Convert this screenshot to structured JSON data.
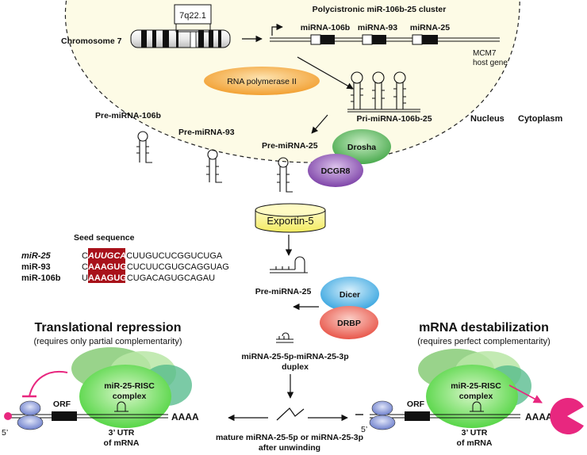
{
  "locus": "7q22.1",
  "chromosome_label": "Chromosome 7",
  "cluster_title": "Polycistronic miR-106b-25 cluster",
  "cluster_genes": [
    "miRNA-106b",
    "miRNA-93",
    "miRNA-25"
  ],
  "host_gene": "MCM7",
  "host_gene_suffix": "host gene",
  "rna_pol": "RNA polymerase II",
  "nucleus": "Nucleus",
  "cytoplasm": "Cytoplasm",
  "pri_mirna": "Pri-miRNA-106b-25",
  "pre_106b": "Pre-miRNA-106b",
  "pre_93": "Pre-miRNA-93",
  "pre_25": "Pre-miRNA-25",
  "drosha": "Drosha",
  "dcgr8": "DCGR8",
  "exportin": "Exportin-5",
  "seed_title": "Seed sequence",
  "seq": {
    "mir25": {
      "name": "miR-25",
      "pre": "C",
      "seed": "AUUGCA",
      "post": "CUUGUCUCGGUCUGA"
    },
    "mir93": {
      "name": "miR-93",
      "pre": "C",
      "seed": "AAAGUG",
      "post": "CUCUUCGUGCAGGUAG"
    },
    "mir106b": {
      "name": "miR-106b",
      "pre": "U",
      "seed": "AAAGUG",
      "post": "CUGACAGUGCAGAU"
    }
  },
  "pre_25_cyto": "Pre-miRNA-25",
  "dicer": "Dicer",
  "drbp": "DRBP",
  "duplex_1": "miRNA-25-5p-miRNA-25-3p",
  "duplex_2": "duplex",
  "mature_1": "mature miRNA-25-5p or miRNA-25-3p",
  "mature_2": "after unwinding",
  "left": {
    "title": "Translational repression",
    "subtitle": "(requires only partial complementarity)",
    "risc_1": "miR-25-RISC",
    "risc_2": "complex",
    "orf": "ORF",
    "polya": "AAAA",
    "five": "5’",
    "utr_1": "3’ UTR",
    "utr_2": "of mRNA"
  },
  "right": {
    "title": "mRNA destabilization",
    "subtitle": "(requires perfect complementarity)",
    "risc_1": "miR-25-RISC",
    "risc_2": "complex",
    "orf": "ORF",
    "polya": "AAAA",
    "five": "5’",
    "utr_1": "3’ UTR",
    "utr_2": "of mRNA"
  },
  "colors": {
    "seed_bg": "#a8111a",
    "rna_pol": "#f2a032",
    "drosha": "#5cb85c",
    "dcgr8": "#8a4fb0",
    "exportin": "#f7f28a",
    "dicer": "#5ab4e6",
    "drbp": "#ef6b5e",
    "risc": "#66e05a",
    "ribosome": "#7b8cd6",
    "pacman": "#e8277f",
    "nucleus_fill": "#fdfbe6"
  }
}
